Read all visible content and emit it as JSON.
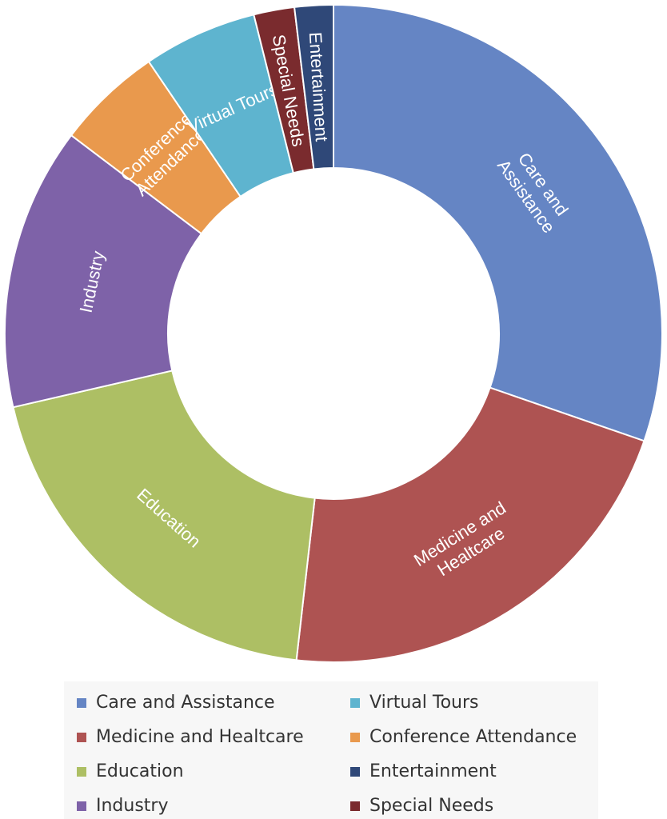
{
  "chart_data": {
    "type": "pie",
    "donut": true,
    "categories": [
      "Care and Assistance",
      "Medicine and Healtcare",
      "Education",
      "Industry",
      "Conference Attendance",
      "Virtual Tours",
      "Special Needs",
      "Entertainment"
    ],
    "values": [
      30.3,
      21.5,
      19.6,
      13.9,
      5.2,
      5.6,
      2.0,
      1.9
    ],
    "unit": "%",
    "colors": [
      "#6585c4",
      "#ae5352",
      "#adbf64",
      "#7e62a8",
      "#e9994d",
      "#5eb4cf",
      "#7a2b2e",
      "#2f4878"
    ],
    "slice_labels": [
      [
        "Care and",
        "Assistance"
      ],
      [
        "Medicine and",
        "Healtcare"
      ],
      [
        "Education"
      ],
      [
        "Industry"
      ],
      [
        "Conference",
        "Attendance"
      ],
      [
        "Virtual Tours"
      ],
      [
        "Special Needs"
      ],
      [
        "Entertainment"
      ]
    ],
    "legend": {
      "placement": "bottom",
      "columns": [
        [
          "Care and Assistance",
          "Medicine and Healtcare",
          "Education",
          "Industry"
        ],
        [
          "Virtual Tours",
          "Conference Attendance",
          "Entertainment",
          "Special Needs"
        ]
      ]
    }
  }
}
